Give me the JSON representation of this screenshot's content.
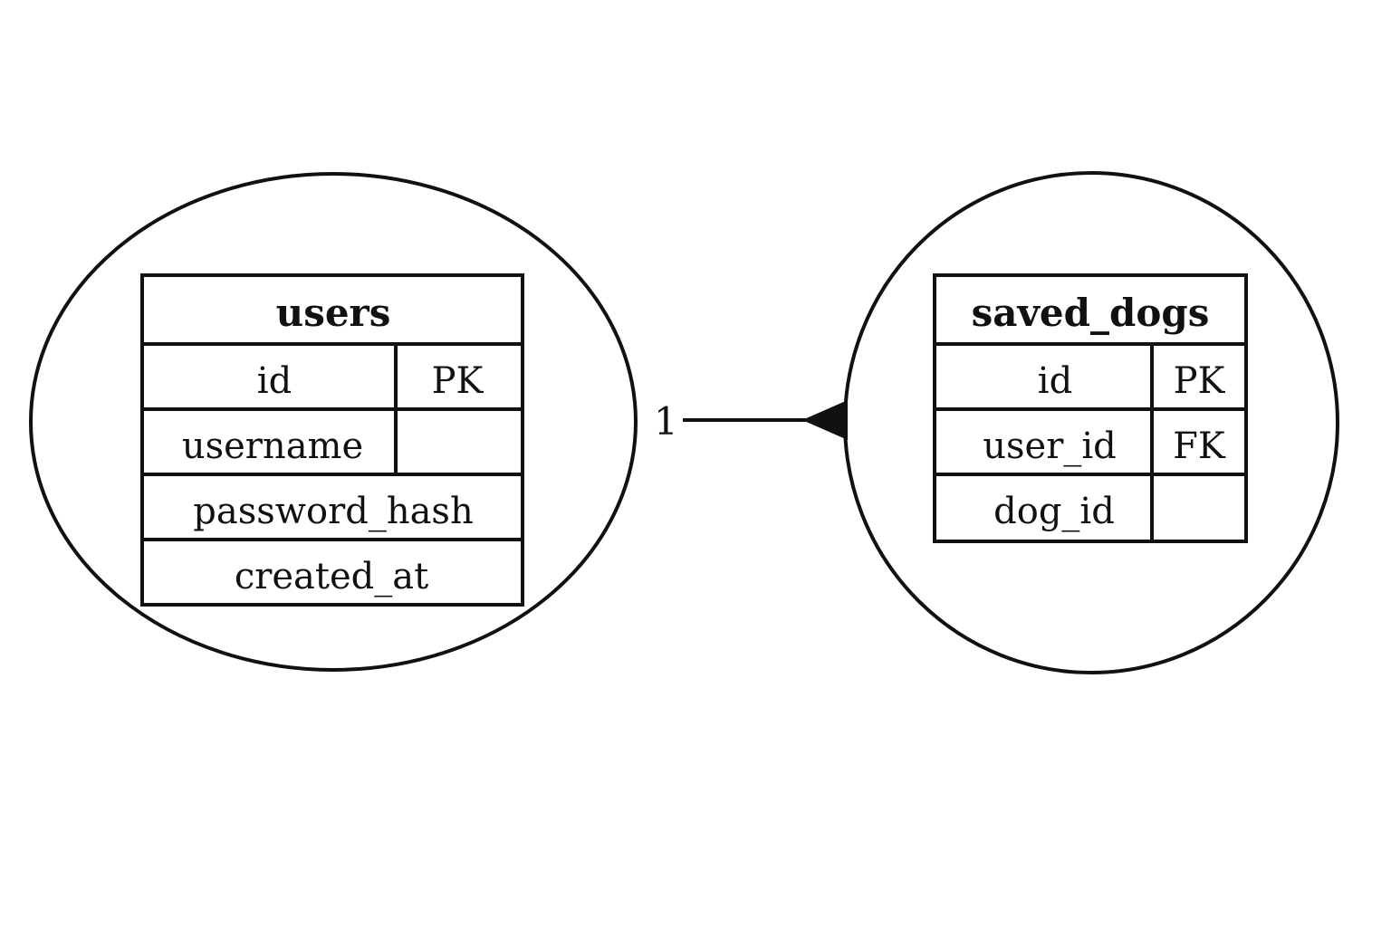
{
  "tables": {
    "users": {
      "title": "users",
      "fields": [
        {
          "name": "id",
          "key": "PK"
        },
        {
          "name": "username",
          "key": ""
        },
        {
          "name": "password_hash"
        },
        {
          "name": "created_at"
        }
      ]
    },
    "saved_dogs": {
      "title": "saved_dogs",
      "fields": [
        {
          "name": "id",
          "key": "PK"
        },
        {
          "name": "user_id",
          "key": "FK"
        },
        {
          "name": "dog_id",
          "key": ""
        }
      ]
    }
  },
  "relationship": {
    "from_cardinality": "1"
  }
}
